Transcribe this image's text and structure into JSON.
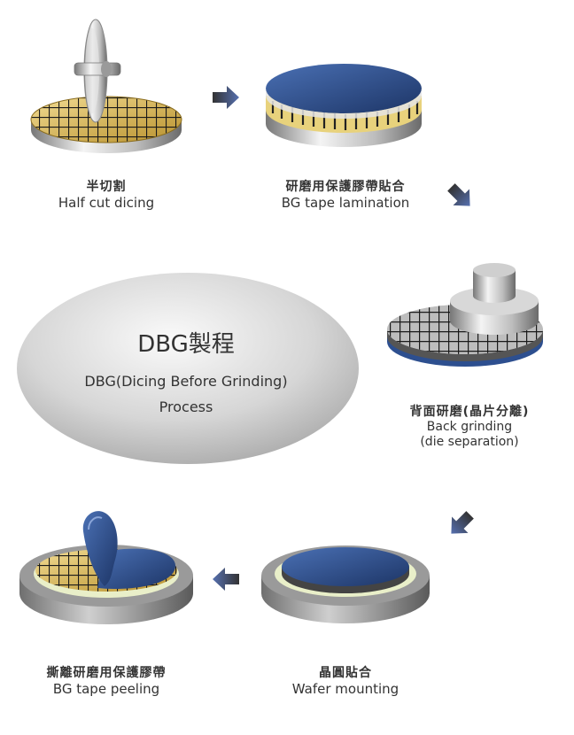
{
  "center": {
    "title": "DBG製程",
    "subtitle_line1": "DBG(Dicing Before Grinding)",
    "subtitle_line2": "Process"
  },
  "steps": [
    {
      "zh": "半切割",
      "en": "Half cut dicing"
    },
    {
      "zh": "研磨用保護膠帶貼合",
      "en": "BG tape lamination"
    },
    {
      "zh": "背面研磨(晶片分離)",
      "en": "Back grinding",
      "en2": "(die separation)"
    },
    {
      "zh": "晶圓貼合",
      "en": "Wafer mounting"
    },
    {
      "zh": "撕離研磨用保護膠帶",
      "en": "BG tape peeling"
    }
  ],
  "colors": {
    "wafer_gold": "#d9b85a",
    "tape_blue": "#2d4f8f",
    "grid_dark": "#222222",
    "arrow_blue": "#4a5f9e",
    "ring_gray": "#8a8a8a"
  }
}
